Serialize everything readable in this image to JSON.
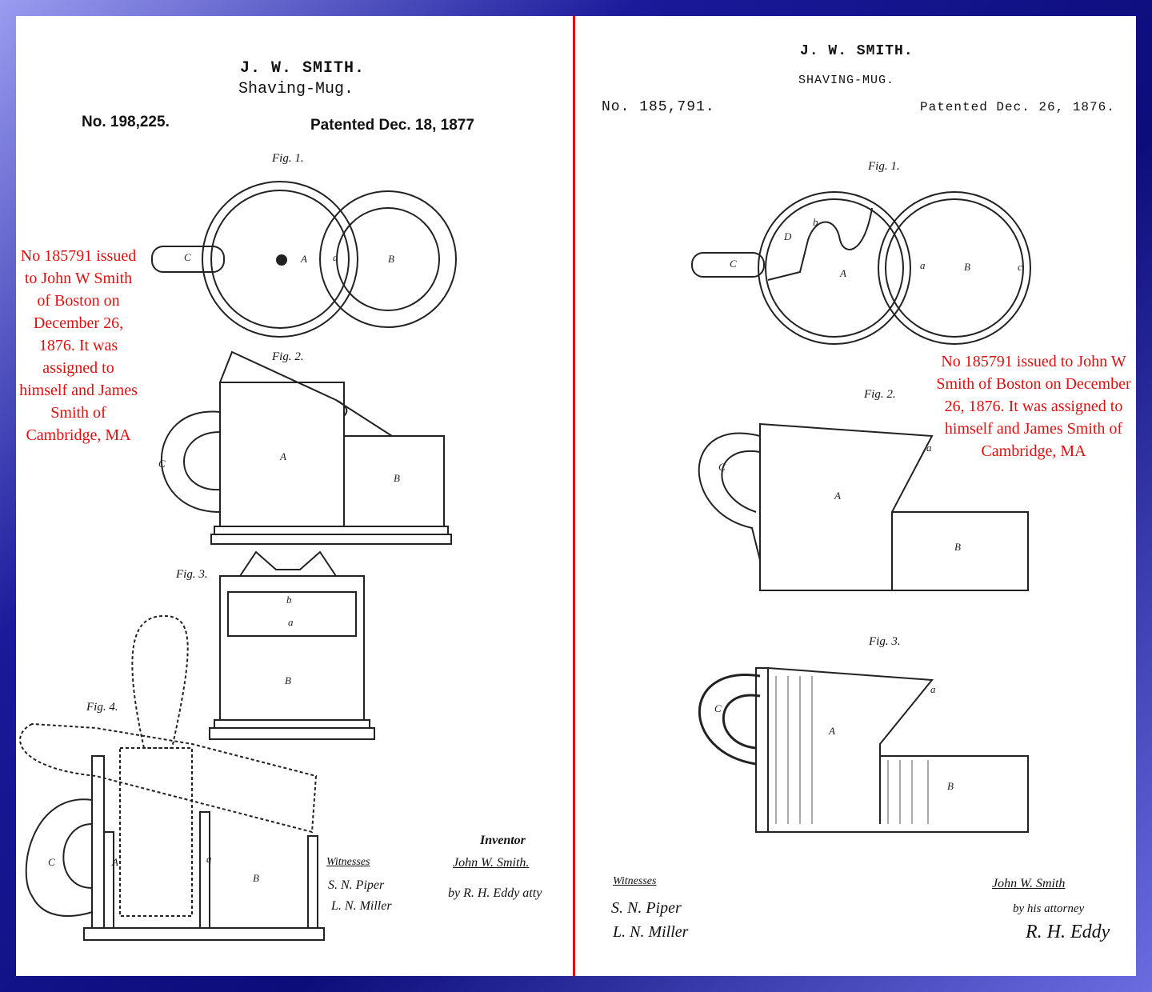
{
  "left": {
    "inventor": "J. W. SMITH.",
    "title": "Shaving-Mug.",
    "number": "No. 198,225.",
    "date": "Patented Dec. 18, 1877",
    "figs": [
      "Fig. 1.",
      "Fig. 2.",
      "Fig. 3.",
      "Fig. 4."
    ],
    "witnesses_label": "Witnesses",
    "witness_1": "S. N. Piper",
    "witness_2": "L. N. Miller",
    "inventor_label": "Inventor",
    "inventor_signature": "John W. Smith.",
    "attorney": "by R. H. Eddy atty"
  },
  "right": {
    "inventor": "J. W. SMITH.",
    "title": "SHAVING-MUG.",
    "number": "No. 185,791.",
    "date": "Patented Dec. 26, 1876.",
    "figs": [
      "Fig. 1.",
      "Fig. 2.",
      "Fig. 3."
    ],
    "witnesses_label": "Witnesses",
    "witness_1": "S. N. Piper",
    "witness_2": "L. N. Miller",
    "inventor_signature": "John W. Smith",
    "attorney_label": "by his attorney",
    "attorney": "R. H. Eddy"
  },
  "labels": {
    "A": "A",
    "B": "B",
    "C": "C",
    "D": "D",
    "a": "a",
    "b": "b",
    "c": "c"
  },
  "annotations": {
    "left_note": "No 185791 issued to John W Smith of Boston on December 26, 1876. It was assigned to himself and James Smith of Cambridge, MA",
    "right_note": "No 185791 issued to John W Smith of Boston on December 26, 1876. It was assigned to himself and James Smith of Cambridge, MA"
  },
  "colors": {
    "annotation": "#e01010",
    "divider": "#e01010",
    "frame": "#0c0c7a"
  }
}
